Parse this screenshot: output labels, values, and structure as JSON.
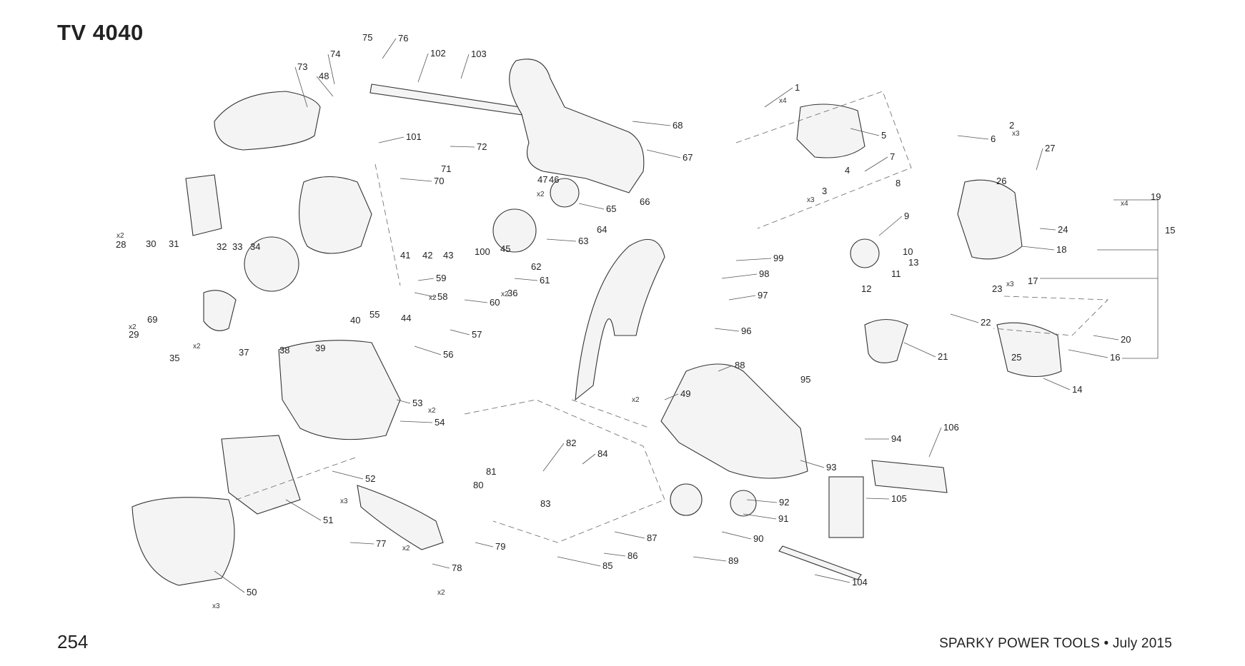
{
  "title": "TV 4040",
  "page_number": "254",
  "footer": "SPARKY POWER TOOLS • July 2015",
  "callouts": [
    "1",
    "2",
    "3",
    "4",
    "5",
    "6",
    "7",
    "8",
    "9",
    "10",
    "11",
    "12",
    "13",
    "14",
    "15",
    "16",
    "17",
    "18",
    "19",
    "20",
    "21",
    "22",
    "23",
    "24",
    "25",
    "26",
    "27",
    "28",
    "29",
    "30",
    "31",
    "32",
    "33",
    "34",
    "35",
    "36",
    "37",
    "38",
    "39",
    "40",
    "41",
    "42",
    "43",
    "44",
    "45",
    "47",
    "46",
    "48",
    "49",
    "50",
    "51",
    "52",
    "53",
    "54",
    "55",
    "56",
    "57",
    "58",
    "59",
    "60",
    "61",
    "62",
    "63",
    "64",
    "65",
    "66",
    "67",
    "68",
    "69",
    "70",
    "71",
    "72",
    "73",
    "74",
    "75",
    "76",
    "77",
    "78",
    "79",
    "80",
    "81",
    "82",
    "83",
    "84",
    "85",
    "86",
    "87",
    "88",
    "89",
    "90",
    "91",
    "92",
    "93",
    "94",
    "95",
    "96",
    "97",
    "98",
    "99",
    "100",
    "101",
    "102",
    "103",
    "104",
    "105",
    "106"
  ],
  "quantities": [
    "x2",
    "x3",
    "x4"
  ]
}
